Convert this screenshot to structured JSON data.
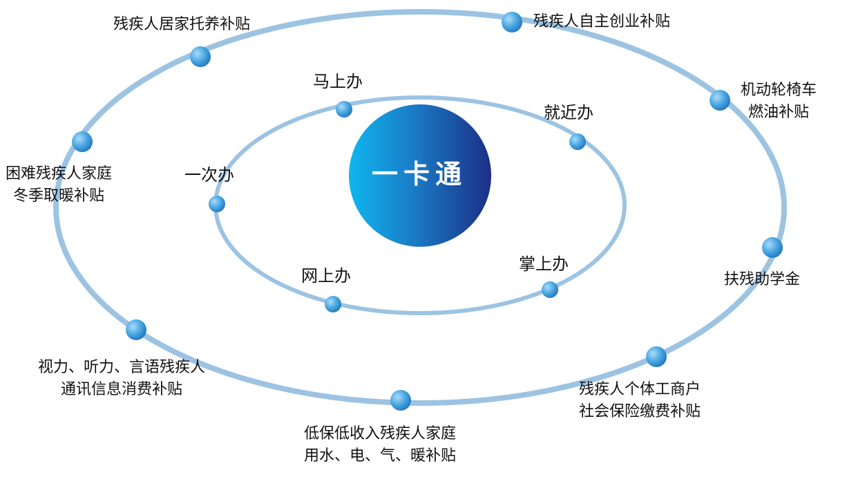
{
  "center": {
    "title": "一卡通"
  },
  "inner_ring": [
    {
      "id": "mashang",
      "label": "马上办"
    },
    {
      "id": "jiujin",
      "label": "就近办"
    },
    {
      "id": "yici",
      "label": "一次办"
    },
    {
      "id": "wangshang",
      "label": "网上办"
    },
    {
      "id": "zhangshang",
      "label": "掌上办"
    }
  ],
  "outer_ring": [
    {
      "id": "jujia",
      "lines": [
        "残疾人居家托养补贴"
      ]
    },
    {
      "id": "chuangye",
      "lines": [
        "残疾人自主创业补贴"
      ]
    },
    {
      "id": "lunyi",
      "lines": [
        "机动轮椅车",
        "燃油补贴"
      ]
    },
    {
      "id": "kunnan",
      "lines": [
        "困难残疾人家庭",
        "冬季取暖补贴"
      ]
    },
    {
      "id": "zhuxue",
      "lines": [
        "扶残助学金"
      ]
    },
    {
      "id": "tongxun",
      "lines": [
        "视力、听力、言语残疾人",
        "通讯信息消费补贴"
      ]
    },
    {
      "id": "dibao",
      "lines": [
        "低保低收入残疾人家庭",
        "用水、电、气、暖补贴"
      ]
    },
    {
      "id": "getihu",
      "lines": [
        "残疾人个体工商户",
        "社会保险缴费补贴"
      ]
    }
  ],
  "colors": {
    "ring": "#9cc3e2",
    "dot_light": "#8fd0f6",
    "dot_dark": "#2a8ad0",
    "center_light": "#12b3ea",
    "center_dark": "#1a3a8c"
  }
}
